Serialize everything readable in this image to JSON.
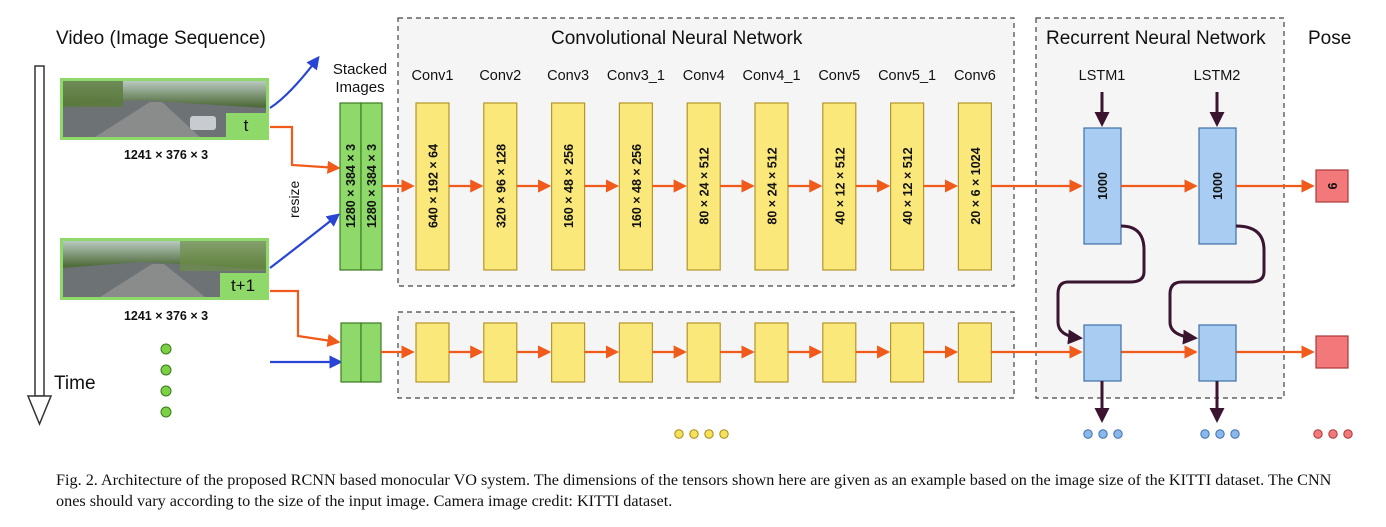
{
  "labels": {
    "video": "Video (Image Sequence)",
    "time": "Time",
    "stacked_line1": "Stacked",
    "stacked_line2": "Images",
    "resize": "resize",
    "cnn_title": "Convolutional Neural Network",
    "rnn_title": "Recurrent Neural Network",
    "pose_title": "Pose"
  },
  "frames": [
    {
      "badge": "t",
      "resolution": "1241 × 376 × 3"
    },
    {
      "badge": "t+1",
      "resolution": "1241 × 376 × 3"
    }
  ],
  "stacked_dims": [
    "1280 × 384 × 3",
    "1280 × 384 × 3"
  ],
  "conv_layers": [
    {
      "name": "Conv1",
      "dims": "640 × 192 × 64"
    },
    {
      "name": "Conv2",
      "dims": "320 × 96 × 128"
    },
    {
      "name": "Conv3",
      "dims": "160 × 48 × 256"
    },
    {
      "name": "Conv3_1",
      "dims": "160 × 48 × 256"
    },
    {
      "name": "Conv4",
      "dims": "80 × 24 × 512"
    },
    {
      "name": "Conv4_1",
      "dims": "80 × 24 × 512"
    },
    {
      "name": "Conv5",
      "dims": "40 × 12 × 512"
    },
    {
      "name": "Conv5_1",
      "dims": "40 × 12 × 512"
    },
    {
      "name": "Conv6",
      "dims": "20 × 6 × 1024"
    }
  ],
  "lstm_layers": [
    {
      "name": "LSTM1",
      "units": "1000"
    },
    {
      "name": "LSTM2",
      "units": "1000"
    }
  ],
  "pose_output": "6",
  "caption": "Fig. 2.   Architecture of the proposed RCNN based monocular VO system. The dimensions of the tensors shown here are given as an example based on the image size of the KITTI dataset. The CNN ones should vary according to the size of the input image. Camera image credit: KITTI dataset.",
  "colors": {
    "conv": "#fbe87b",
    "stacked": "#8fd96a",
    "lstm": "#a9ccf2",
    "pose": "#f2787a",
    "arrow_orange": "#f05a1a",
    "arrow_blue": "#2845d6",
    "arrow_dark": "#3b1530"
  }
}
